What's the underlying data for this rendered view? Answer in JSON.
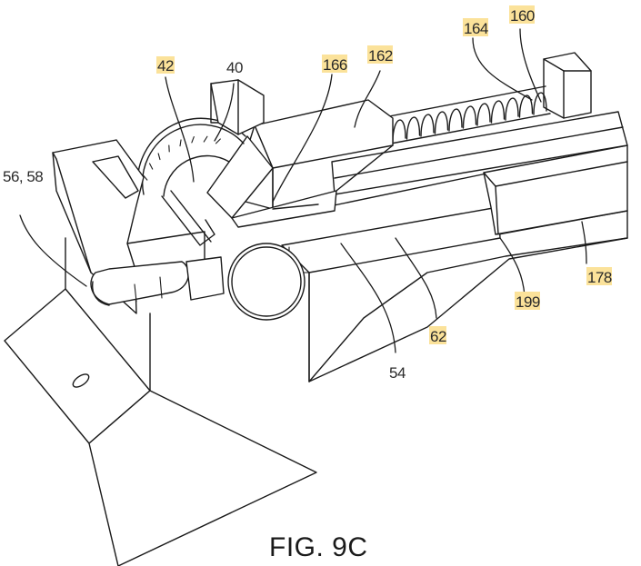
{
  "figure": {
    "caption": "FIG. 9C",
    "type": "patent line drawing",
    "subject": "perspective view of a latch/lock assembly with spring-loaded slider"
  },
  "highlight_color": "#fbe29a",
  "labels": [
    {
      "id": "42",
      "text": "42",
      "highlighted": true
    },
    {
      "id": "40",
      "text": "40",
      "highlighted": false
    },
    {
      "id": "166",
      "text": "166",
      "highlighted": true
    },
    {
      "id": "162",
      "text": "162",
      "highlighted": true
    },
    {
      "id": "164",
      "text": "164",
      "highlighted": true
    },
    {
      "id": "160",
      "text": "160",
      "highlighted": true
    },
    {
      "id": "56_58",
      "text": "56, 58",
      "highlighted": false
    },
    {
      "id": "178",
      "text": "178",
      "highlighted": true
    },
    {
      "id": "199",
      "text": "199",
      "highlighted": true
    },
    {
      "id": "62",
      "text": "62",
      "highlighted": true
    },
    {
      "id": "54",
      "text": "54",
      "highlighted": false
    }
  ]
}
